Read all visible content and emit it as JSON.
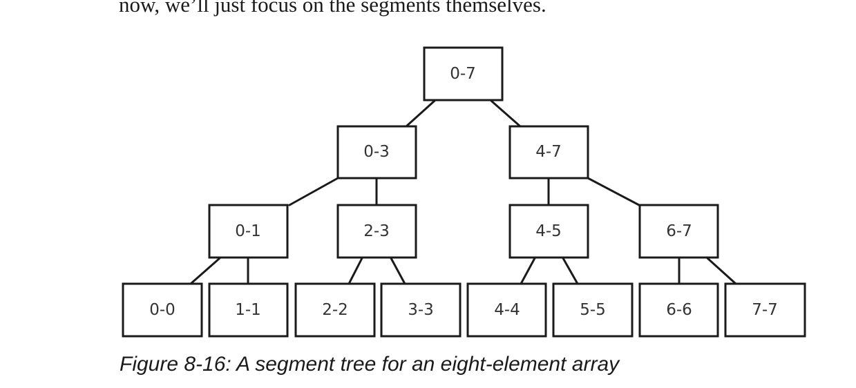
{
  "body_text": "now, we’ll just focus on the segments themselves.",
  "tree": {
    "root": "0-7",
    "level1": [
      "0-3",
      "4-7"
    ],
    "level2": [
      "0-1",
      "2-3",
      "4-5",
      "6-7"
    ],
    "leaves": [
      "0-0",
      "1-1",
      "2-2",
      "3-3",
      "4-4",
      "5-5",
      "6-6",
      "7-7"
    ]
  },
  "caption": "Figure 8-16: A segment tree for an eight-element array"
}
